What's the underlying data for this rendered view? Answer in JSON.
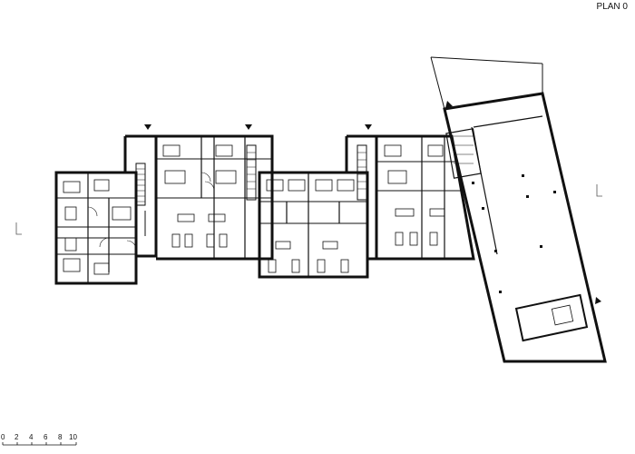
{
  "title": "PLAN 0",
  "scale_bar": {
    "labels": [
      "0",
      "2",
      "4",
      "6",
      "8",
      "10"
    ]
  },
  "entrance_markers": [
    "entrance-1",
    "entrance-2",
    "entrance-3",
    "entrance-4",
    "entrance-5"
  ],
  "colors": {
    "wall": "#111111",
    "line": "#222222",
    "background": "#ffffff"
  }
}
